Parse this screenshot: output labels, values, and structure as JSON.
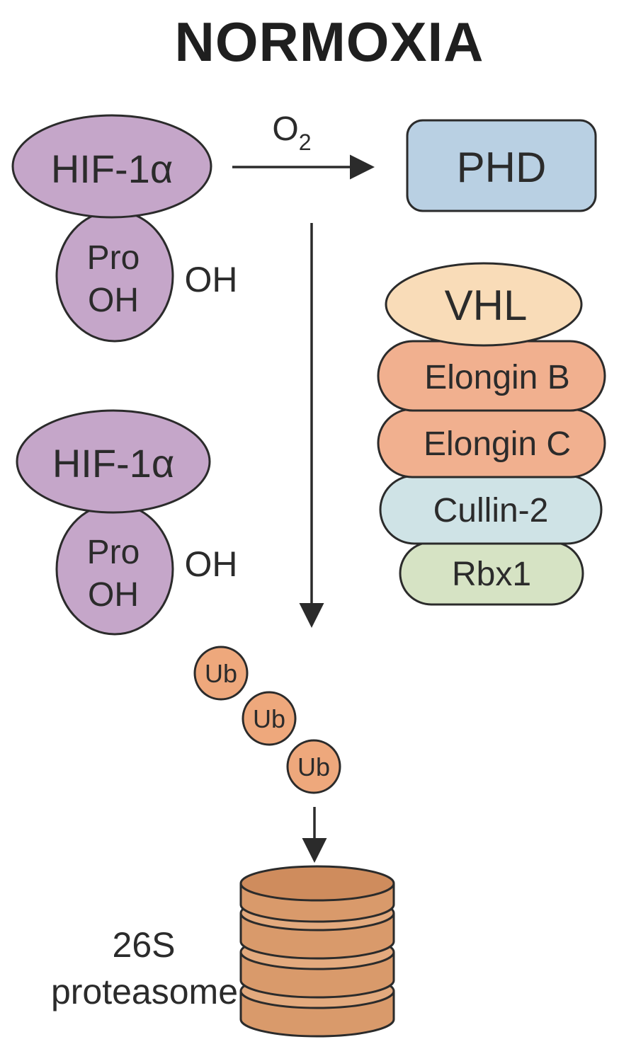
{
  "title": "NORMOXIA",
  "oxygen_label": {
    "base": "O",
    "subscript": "2"
  },
  "phd": {
    "label": "PHD",
    "color": "#b9d0e3"
  },
  "hif_top": {
    "head": "HIF-1α",
    "body_line1": "Pro",
    "body_line2": "OH",
    "side": "OH"
  },
  "hif_bottom": {
    "head": "HIF-1α",
    "body_line1": "Pro",
    "body_line2": "OH",
    "side": "OH"
  },
  "complex": {
    "vhl": {
      "label": "VHL",
      "color": "#f9dcb8"
    },
    "elongin_b": {
      "label": "Elongin B",
      "color": "#f1b08f"
    },
    "elongin_c": {
      "label": "Elongin C",
      "color": "#f1b08f"
    },
    "cullin": {
      "label": "Cullin-2",
      "color": "#cfe3e6"
    },
    "rbx": {
      "label": "Rbx1",
      "color": "#d6e3c4"
    }
  },
  "ubiquitin": {
    "labels": [
      "Ub",
      "Ub",
      "Ub"
    ],
    "color": "#eea87c"
  },
  "proteasome": {
    "line1": "26S",
    "line2": "proteasome",
    "color": "#d99a6b"
  },
  "colors": {
    "hif": "#c5a6c9",
    "outline": "#2b2b2b"
  }
}
